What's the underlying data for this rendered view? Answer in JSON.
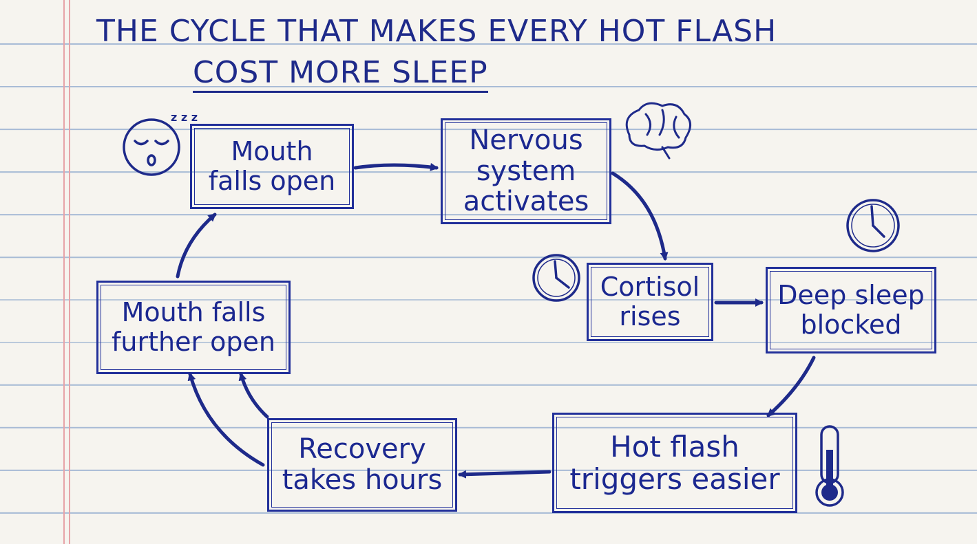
{
  "title": {
    "line1": "THE CYCLE THAT MAKES EVERY HOT FLASH",
    "line2": "COST MORE SLEEP"
  },
  "nodes": {
    "mouth_falls_open": "Mouth\nfalls open",
    "nervous_system": "Nervous\nsystem\nactivates",
    "cortisol_rises": "Cortisol\nrises",
    "deep_sleep_blocked": "Deep sleep\nblocked",
    "hot_flash": "Hot flash\ntriggers easier",
    "recovery": "Recovery\ntakes hours",
    "mouth_further": "Mouth falls\nfurther open"
  },
  "decorations": {
    "sleep_zzz": "z z z",
    "icons": [
      "sleeping-face-icon",
      "brain-icon",
      "clock-icon",
      "clock-icon",
      "thermometer-icon"
    ]
  },
  "colors": {
    "ink": "#1e2a8a",
    "paper": "#f6f4ef",
    "rule": "#a9bcd6",
    "margin": "#e7a3a8"
  }
}
